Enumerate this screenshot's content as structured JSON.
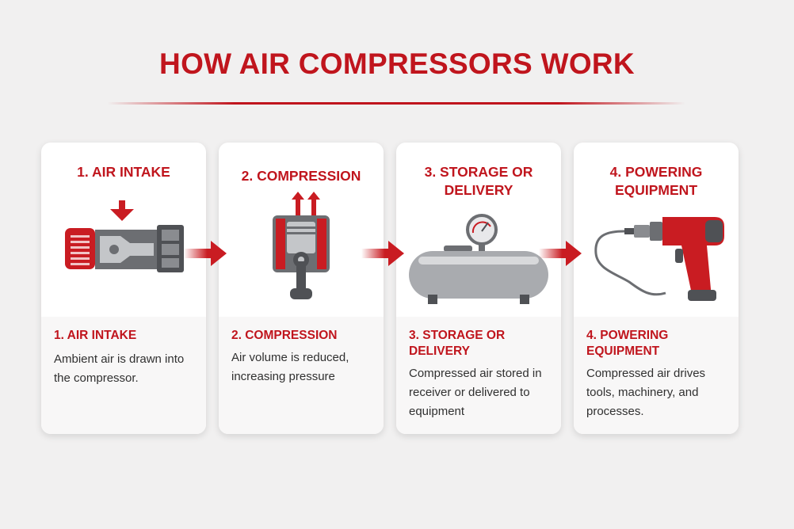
{
  "title": "HOW AIR COMPRESSORS WORK",
  "steps": [
    {
      "heading": "1. AIR INTAKE",
      "subheading": "1. AIR INTAKE",
      "description": "Ambient air is drawn into the compressor.",
      "icon": "air-intake-icon"
    },
    {
      "heading": "2. COMPRESSION",
      "subheading": "2. COMPRESSION",
      "description": "Air volume is reduced, increasing pressure",
      "icon": "piston-icon"
    },
    {
      "heading": "3. STORAGE OR DELIVERY",
      "subheading": "3. STORAGE OR DELIVERY",
      "description": "Compressed air stored in receiver or delivered to equipment",
      "icon": "air-tank-icon"
    },
    {
      "heading": "4. POWERING EQUIPMENT",
      "subheading": "4. POWERING EQUIPMENT",
      "description": "Compressed air drives tools, machinery, and processes.",
      "icon": "pneumatic-drill-icon"
    }
  ],
  "colors": {
    "accent": "#c0151d",
    "metal": "#8a8c90",
    "background": "#f1f0f0"
  }
}
